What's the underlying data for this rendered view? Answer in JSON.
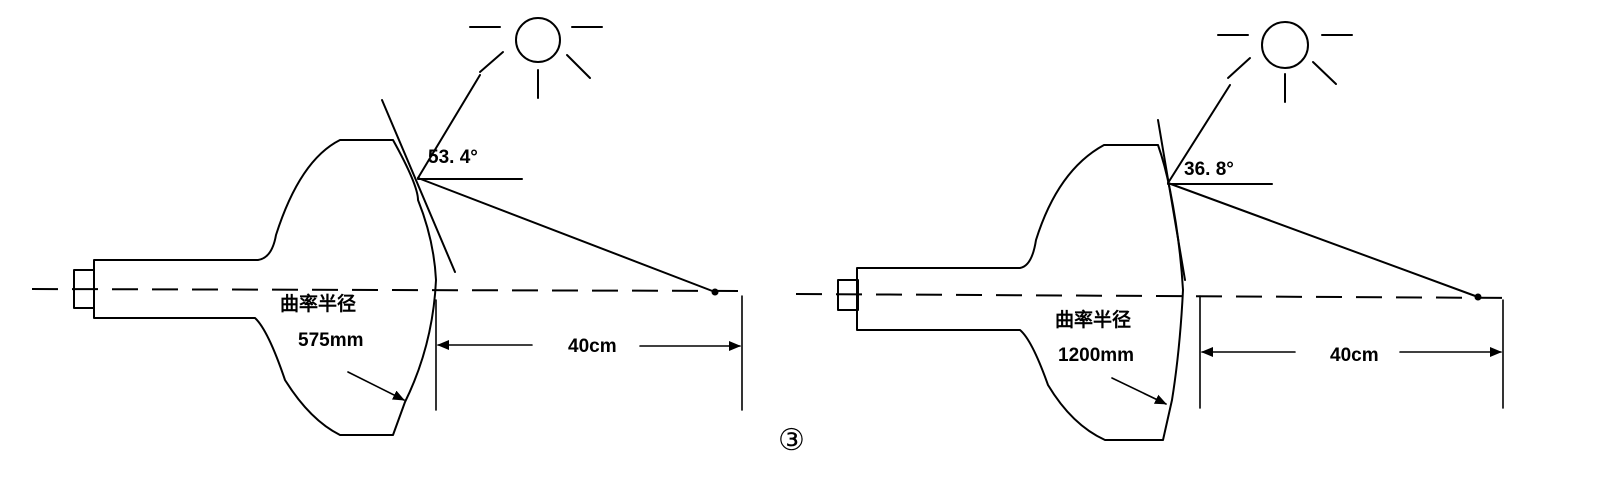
{
  "figures": [
    {
      "angle_label": "53. 4°",
      "radius_caption": "曲率半径",
      "radius_value": "575mm",
      "distance_label": "40cm"
    },
    {
      "angle_label": "36. 8°",
      "radius_caption": "曲率半径",
      "radius_value": "1200mm",
      "distance_label": "40cm"
    }
  ],
  "figure_number": "③"
}
